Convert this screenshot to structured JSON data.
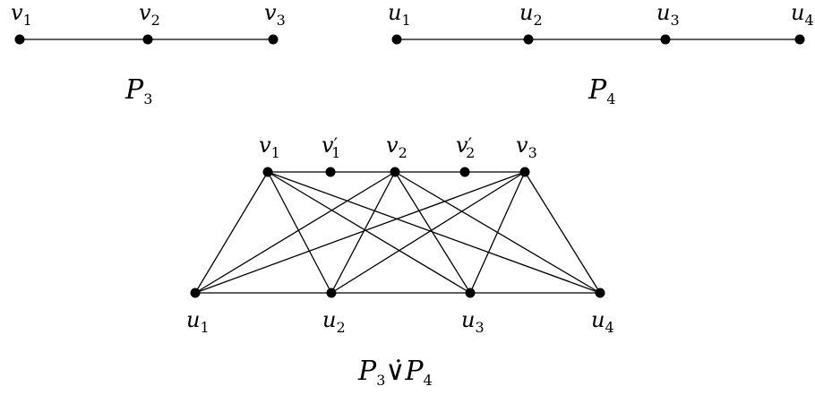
{
  "p3": {
    "title": {
      "main": "P",
      "sub": "3"
    },
    "vertices": [
      {
        "id": "v1",
        "base": "v",
        "sub": "1",
        "prime": ""
      },
      {
        "id": "v2",
        "base": "v",
        "sub": "2",
        "prime": ""
      },
      {
        "id": "v3",
        "base": "v",
        "sub": "3",
        "prime": ""
      }
    ],
    "edges": [
      [
        "v1",
        "v2"
      ],
      [
        "v2",
        "v3"
      ]
    ]
  },
  "p4": {
    "title": {
      "main": "P",
      "sub": "4"
    },
    "vertices": [
      {
        "id": "u1",
        "base": "u",
        "sub": "1",
        "prime": ""
      },
      {
        "id": "u2",
        "base": "u",
        "sub": "2",
        "prime": ""
      },
      {
        "id": "u3",
        "base": "u",
        "sub": "3",
        "prime": ""
      },
      {
        "id": "u4",
        "base": "u",
        "sub": "4",
        "prime": ""
      }
    ],
    "edges": [
      [
        "u1",
        "u2"
      ],
      [
        "u2",
        "u3"
      ],
      [
        "u3",
        "u4"
      ]
    ]
  },
  "join": {
    "title": {
      "a": "P",
      "a_sub": "3",
      "op": "∨̇",
      "b": "P",
      "b_sub": "4"
    },
    "top": [
      {
        "id": "v1",
        "base": "v",
        "sub": "1",
        "prime": ""
      },
      {
        "id": "v1p",
        "base": "v",
        "sub": "1",
        "prime": "′"
      },
      {
        "id": "v2",
        "base": "v",
        "sub": "2",
        "prime": ""
      },
      {
        "id": "v2p",
        "base": "v",
        "sub": "2",
        "prime": "′"
      },
      {
        "id": "v3",
        "base": "v",
        "sub": "3",
        "prime": ""
      }
    ],
    "bottom": [
      {
        "id": "u1",
        "base": "u",
        "sub": "1",
        "prime": ""
      },
      {
        "id": "u2",
        "base": "u",
        "sub": "2",
        "prime": ""
      },
      {
        "id": "u3",
        "base": "u",
        "sub": "3",
        "prime": ""
      },
      {
        "id": "u4",
        "base": "u",
        "sub": "4",
        "prime": ""
      }
    ],
    "edges": [
      [
        "v1",
        "v1p"
      ],
      [
        "v1p",
        "v2"
      ],
      [
        "v2",
        "v2p"
      ],
      [
        "v2p",
        "v3"
      ],
      [
        "u1",
        "u2"
      ],
      [
        "u2",
        "u3"
      ],
      [
        "u3",
        "u4"
      ],
      [
        "v1",
        "u1"
      ],
      [
        "v1",
        "u2"
      ],
      [
        "v1",
        "u3"
      ],
      [
        "v1",
        "u4"
      ],
      [
        "v2",
        "u1"
      ],
      [
        "v2",
        "u2"
      ],
      [
        "v2",
        "u3"
      ],
      [
        "v2",
        "u4"
      ],
      [
        "v3",
        "u1"
      ],
      [
        "v3",
        "u2"
      ],
      [
        "v3",
        "u3"
      ],
      [
        "v3",
        "u4"
      ]
    ]
  }
}
